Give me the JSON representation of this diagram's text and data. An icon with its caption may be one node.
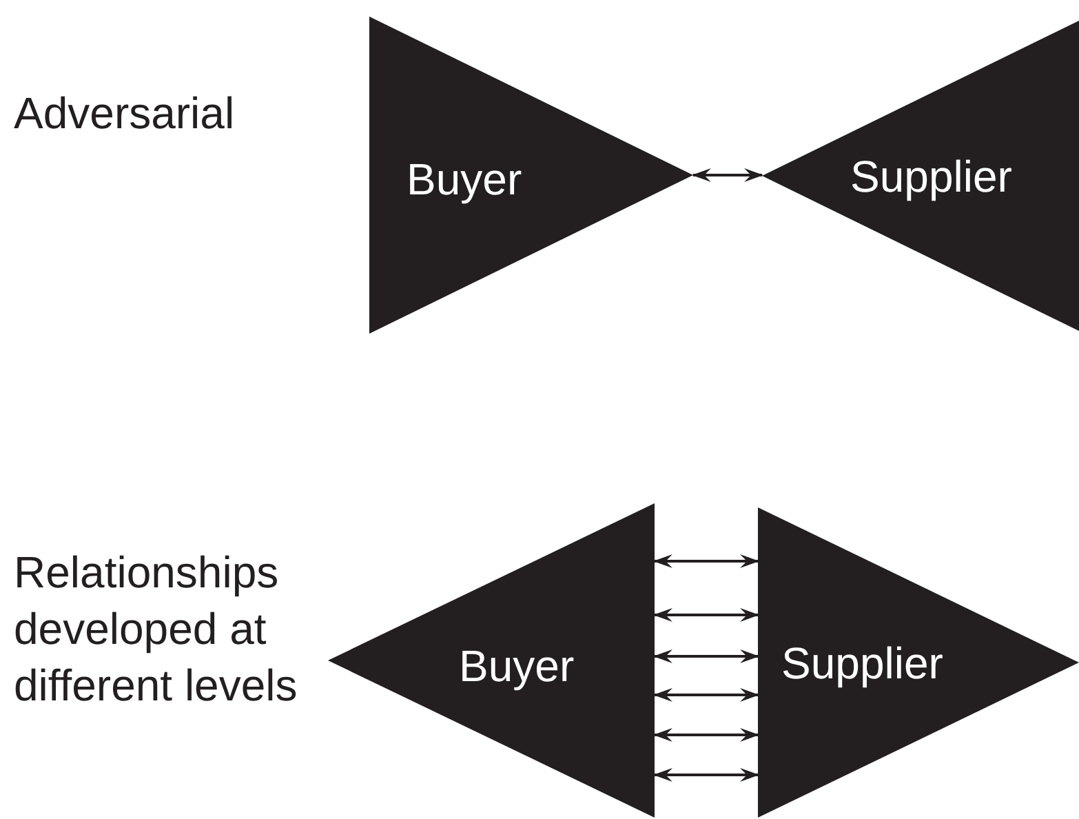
{
  "diagram": {
    "nodes": [
      {
        "text": [
          "Buyer"
        ]
      },
      {
        "text": [
          "Supplier"
        ]
      },
      {
        "text": [
          "Buyer"
        ]
      },
      {
        "text": [
          "Supplier"
        ]
      }
    ],
    "edges": [
      {
        "from": 0,
        "to": 1,
        "arrow": "both"
      },
      {
        "from": 2,
        "to": 3,
        "arrow": "both"
      },
      {
        "from": 2,
        "to": 3,
        "arrow": "both"
      },
      {
        "from": 2,
        "to": 3,
        "arrow": "both"
      },
      {
        "from": 2,
        "to": 3,
        "arrow": "both"
      },
      {
        "from": 2,
        "to": 3,
        "arrow": "both"
      },
      {
        "from": 2,
        "to": 3,
        "arrow": "both"
      }
    ],
    "labels": [
      "Adversarial",
      "Relationships developed at different levels"
    ]
  }
}
